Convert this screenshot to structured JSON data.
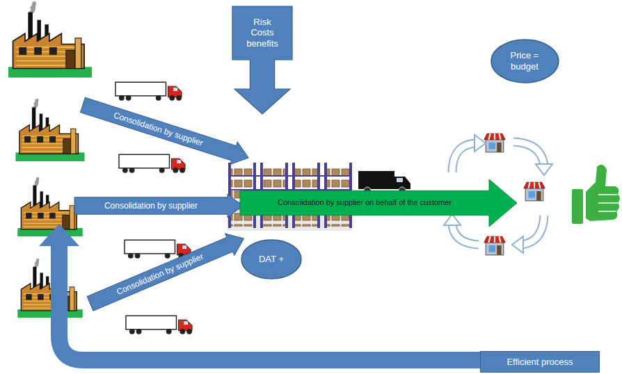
{
  "diagram": {
    "nodes": [
      {
        "text": [
          "Risk Costs benefits"
        ]
      },
      {
        "text": [
          "Price = budget"
        ]
      },
      {
        "text": [
          "Consolidation by supplier"
        ]
      },
      {
        "text": [
          "Consolidation by supplier"
        ]
      },
      {
        "text": [
          "Consolidation by supplier on behalf of the customer"
        ]
      },
      {
        "text": [
          "DAT +"
        ]
      },
      {
        "text": [
          "Consolidation by supplier"
        ]
      },
      {
        "text": [
          "Efficient process"
        ]
      }
    ]
  }
}
